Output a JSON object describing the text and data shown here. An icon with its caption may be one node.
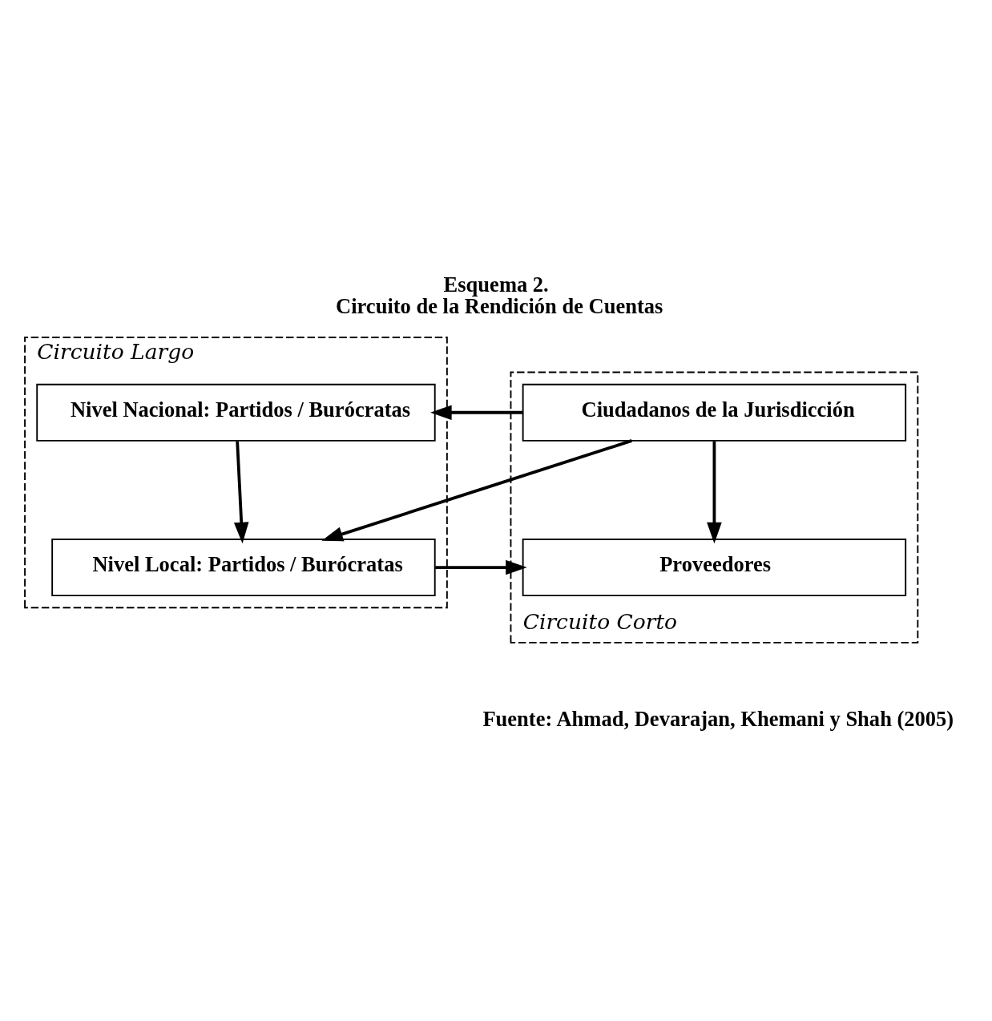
{
  "diagram": {
    "title": "Esquema 2.",
    "caption": "Fuente: Ahmad, Devarajan, Khemani y Shah (2005)",
    "nodes": [
      {
        "text": [
          "Circuito Largo"
        ]
      },
      {
        "text": [
          "Nivel Nacional: Partidos / Burócratas"
        ],
        "in": 0
      },
      {
        "text": [
          "Nivel Local: Partidos / Burócratas"
        ],
        "in": 0
      },
      {
        "text": [
          "Circuito Corto"
        ]
      },
      {
        "text": [
          "Ciudadanos de la Jurisdicción"
        ],
        "in": 3
      },
      {
        "text": [
          "Proveedores"
        ],
        "in": 3
      }
    ],
    "edges": [
      {
        "from": 4,
        "to": 1,
        "arrow": "to"
      },
      {
        "from": 4,
        "to": 2,
        "arrow": "to"
      },
      {
        "from": 1,
        "to": 2,
        "arrow": "to"
      },
      {
        "from": 2,
        "to": 5,
        "arrow": "to"
      },
      {
        "from": 4,
        "to": 5,
        "arrow": "to"
      }
    ],
    "labels": [
      "Circuito de la Rendición de Cuentas"
    ]
  }
}
